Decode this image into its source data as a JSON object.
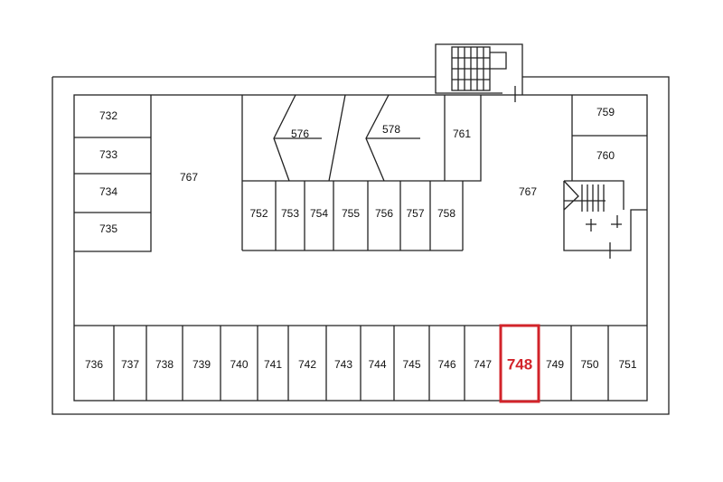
{
  "title": "Floor plan",
  "highlight_color": "#d2232a",
  "highlighted_unit": "748",
  "rooms": {
    "left": [
      "732",
      "733",
      "734",
      "735"
    ],
    "corridor": "767",
    "corridor_right": "767",
    "upper_middle": [
      "576",
      "578",
      "761"
    ],
    "middle_row": [
      "752",
      "753",
      "754",
      "755",
      "756",
      "757",
      "758"
    ],
    "right": [
      "759",
      "760"
    ],
    "bottom_row": [
      "736",
      "737",
      "738",
      "739",
      "740",
      "741",
      "742",
      "743",
      "744",
      "745",
      "746",
      "747",
      "748",
      "749",
      "750",
      "751"
    ]
  }
}
